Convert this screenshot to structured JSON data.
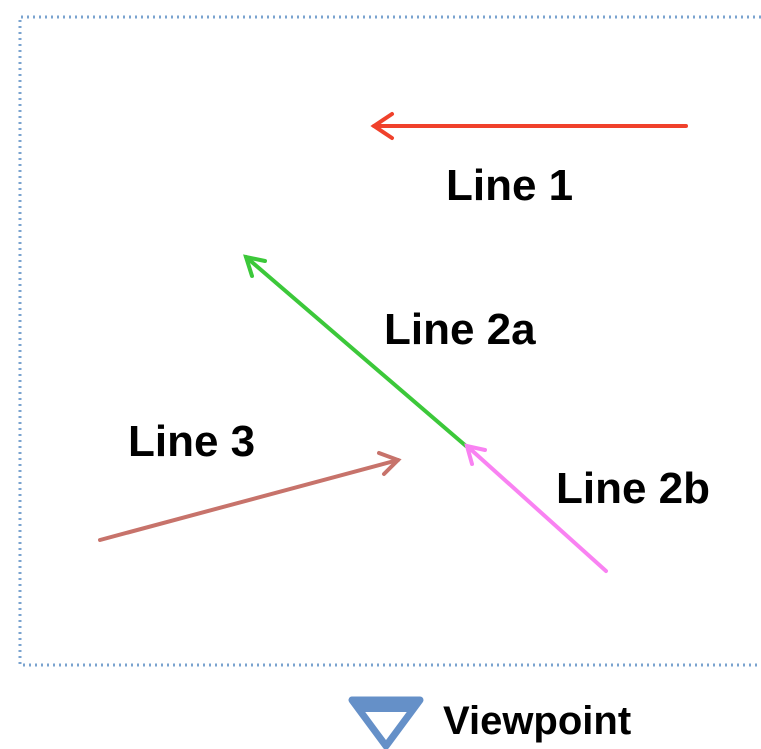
{
  "diagram": {
    "lines": [
      {
        "id": "line-1",
        "label": "Line 1",
        "color": "#f0412b"
      },
      {
        "id": "line-2a",
        "label": "Line 2a",
        "color": "#3cc83a"
      },
      {
        "id": "line-2b",
        "label": "Line 2b",
        "color": "#f982f2"
      },
      {
        "id": "line-3",
        "label": "Line 3",
        "color": "#c7736b"
      }
    ],
    "frame": {
      "style": "dotted",
      "color": "#7aa3cf"
    },
    "viewpoint": {
      "label": "Viewpoint",
      "icon": "viewpoint-triangle-icon",
      "color": "#6590c8"
    }
  }
}
